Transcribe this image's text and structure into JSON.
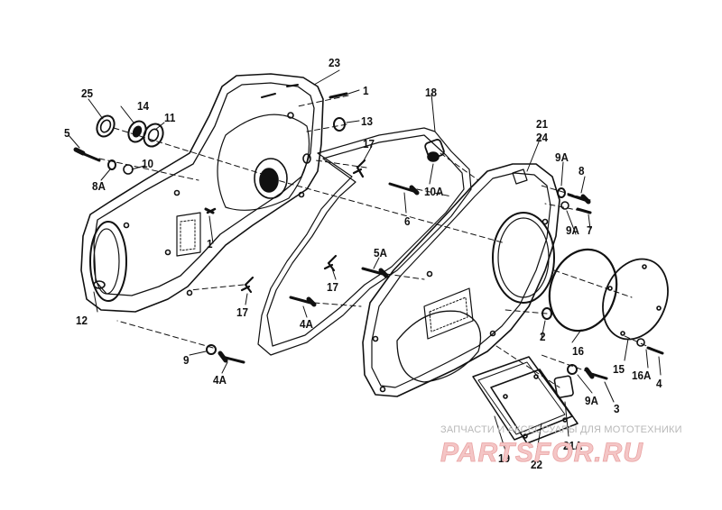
{
  "labels": {
    "l23": "23",
    "l1a": "1",
    "l18": "18",
    "l25": "25",
    "l14": "14",
    "l11": "11",
    "l13": "13",
    "l5": "5",
    "l10": "10",
    "l17a": "17",
    "l21": "21",
    "l24": "24",
    "l8a": "8A",
    "l9a_top": "9A",
    "l8": "8",
    "l10a": "10A",
    "l6": "6",
    "l9a_mid": "9A",
    "l7": "7",
    "l1b": "1",
    "l5a": "5A",
    "l17b": "17",
    "l17c": "17",
    "l12": "12",
    "l4a_mid": "4A",
    "l2": "2",
    "l16": "16",
    "l9": "9",
    "l4a_bot": "4A",
    "l15": "15",
    "l16a": "16A",
    "l4": "4",
    "l9a_bot": "9A",
    "l3": "3",
    "l21a": "21A",
    "l19": "19",
    "l22": "22"
  },
  "watermark": {
    "tagline": "ЗАПЧАСТИ И АКСЕССУАРЫ ДЛЯ МОТОТЕХНИКИ",
    "logo": "PARTSFOR.RU"
  }
}
